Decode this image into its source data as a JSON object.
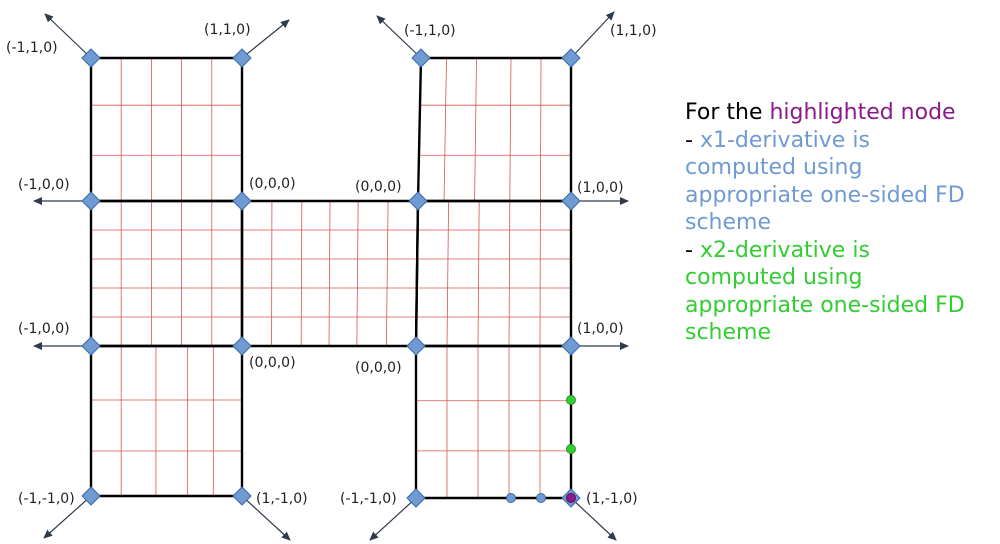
{
  "legend": {
    "intro": "For the ",
    "highlight_word": "highlighted node",
    "x1_line_prefix": "- ",
    "x1_line": "x1-derivative is",
    "x1_rest": [
      "computed using",
      "appropriate one-sided FD",
      "scheme"
    ],
    "x2_line_prefix": "- ",
    "x2_line": "x2-derivative is",
    "x2_rest": [
      "computed using",
      "appropriate one-sided FD",
      "scheme"
    ]
  },
  "labels": {
    "tl_block_tl": "(-1,1,0)",
    "tl_block_tr": "(1,1,0)",
    "tr_block_tl": "(-1,1,0)",
    "tr_block_tr": "(1,1,0)",
    "left_mid_upper": "(-1,0,0)",
    "center_upper_left": "(0,0,0)",
    "center_upper_right": "(0,0,0)",
    "right_mid_upper": "(1,0,0)",
    "left_mid_lower": "(-1,0,0)",
    "center_lower_left": "(0,0,0)",
    "center_lower_right": "(0,0,0)",
    "right_mid_lower": "(1,0,0)",
    "bl_block_bl": "(-1,-1,0)",
    "bl_block_br": "(1,-1,0)",
    "br_block_bl": "(-1,-1,0)",
    "br_block_br": "(1,-1,0)"
  },
  "colors": {
    "block_border": "#000000",
    "grid_line": "#d9534f",
    "node_fill": "#6f9ad2",
    "node_stroke": "#3a6aa8",
    "arrow": "#2f3b4c",
    "highlight_node": "#8b1a89",
    "x1_stencil": "#6f9ad2",
    "x2_stencil": "#33cc33"
  },
  "icons": {
    "corner_node": "diamond",
    "highlighted_node": "filled-circle",
    "stencil_point": "filled-circle",
    "outward_normal": "arrow"
  }
}
